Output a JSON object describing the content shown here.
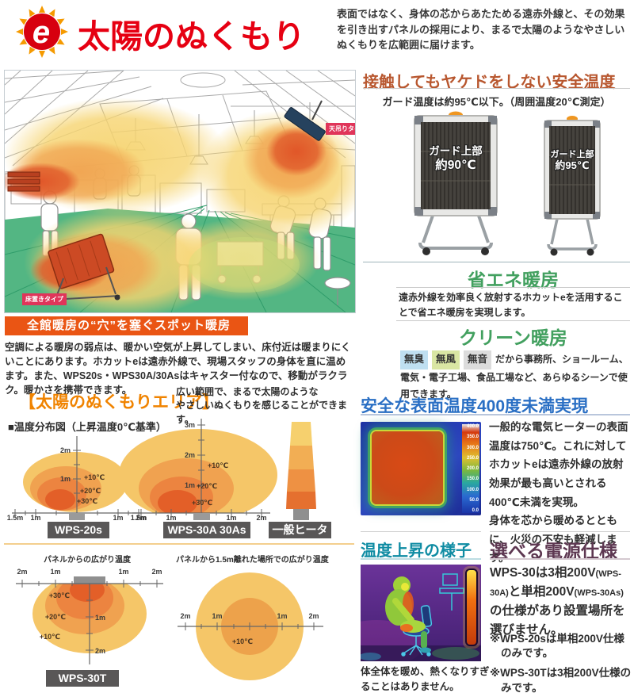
{
  "header": {
    "logo_letter": "e",
    "title": "太陽のぬくもり",
    "intro": "表面ではなく、身体の芯からあたためる遠赤外線と、その効果を引き出すパネルの採用により、まるで太陽のようなやさしいぬくもりを広範囲に届けます。"
  },
  "scene": {
    "label_ceiling": "天吊りタイプ",
    "label_floor": "床置きタイプ"
  },
  "spot": {
    "banner": "全館暖房の“穴”を塞ぐスポット暖房",
    "body": "空調による暖房の弱点は、暖かい空気が上昇してしまい、床付近は暖まりにくいことにあります。ホカットeは遠赤外線で、現場スタッフの身体を直に温めます。また、WPS20s・WPS30A/30Asはキャスター付なので、移動がラクラク。暖かさを携帯できます。"
  },
  "warm_area": {
    "title": "【太陽のぬくもりエリア】",
    "subtitle1": "広い範囲で、まるで太陽のような",
    "subtitle2": "やさしいぬくもりを感じることができます。",
    "caption": "■温度分布図（上昇温度0℃基準）"
  },
  "dist": {
    "wps20s": {
      "label": "WPS-20s",
      "v": [
        "2m",
        "1m"
      ],
      "h": [
        "1.5m",
        "1m",
        "1m",
        "1.5m"
      ],
      "t": [
        "+10℃",
        "+20℃",
        "+30℃"
      ]
    },
    "wps30a": {
      "label": "WPS-30A 30As",
      "v": [
        "3m",
        "2m",
        "1m"
      ],
      "h": [
        "2m",
        "1m",
        "1m",
        "2m"
      ],
      "t": [
        "+10℃",
        "+20℃",
        "+30℃"
      ]
    },
    "heater": {
      "label": "一般ヒーター"
    },
    "wps30t": {
      "title": "パネルからの広がり温度",
      "label": "WPS-30T",
      "h": [
        "2m",
        "1m",
        "1m",
        "2m"
      ],
      "v": [
        "1m",
        "2m"
      ],
      "t": [
        "+30℃",
        "+20℃",
        "+10℃"
      ]
    },
    "radial": {
      "title": "パネルから1.5m離れた場所での広がり温度",
      "h": [
        "2m",
        "1m",
        "1m",
        "2m"
      ],
      "t": "+10℃"
    }
  },
  "safety": {
    "heading": "接触してもヤケドをしない安全温度",
    "sub": "ガード温度は約95℃以下。（周囲温度20℃測定）",
    "large1": "ガード上部",
    "large2": "約90℃",
    "small1": "ガード上部",
    "small2": "約95℃"
  },
  "eco": {
    "heading": "省エネ暖房",
    "body": "遠赤外線を効率良く放射するホカットeを活用することで省エネ暖房を実現します。"
  },
  "clean": {
    "heading": "クリーン暖房",
    "badge1": "無臭",
    "badge2": "無風",
    "badge3": "無音",
    "body": "だから事務所、ショールーム、電気・電子工場、食品工場など、あらゆるシーンで使用できます。"
  },
  "surface": {
    "heading": "安全な表面温度400度未満実現",
    "body1": "一般的な電気ヒーターの表面温度は750℃。これに対してホカットeは遠赤外線の放射効果が最も高いとされる400℃未満を実現。",
    "body2": "身体を芯から暖めるとともに、火災の不安も軽減します。",
    "scale": [
      "400.0",
      "350.0",
      "300.0",
      "250.0",
      "200.0",
      "150.0",
      "100.0",
      "50.0",
      "0.0"
    ]
  },
  "rise": {
    "heading": "温度上昇の様子",
    "caption": "体全体を暖め、熱くなりすぎることはありません。"
  },
  "power": {
    "heading": "選べる電源仕様",
    "seg1": "WPS-30は3相200V",
    "seg2": "(WPS-30A)",
    "seg3": "と単相200V",
    "seg4": "(WPS-30As)",
    "seg5": "の仕様があり設置場所を選びません。",
    "note1": "※WPS-20sは単相200V仕様のみです。",
    "note2": "※WPS-30Tは3相200V仕様のみです。"
  }
}
